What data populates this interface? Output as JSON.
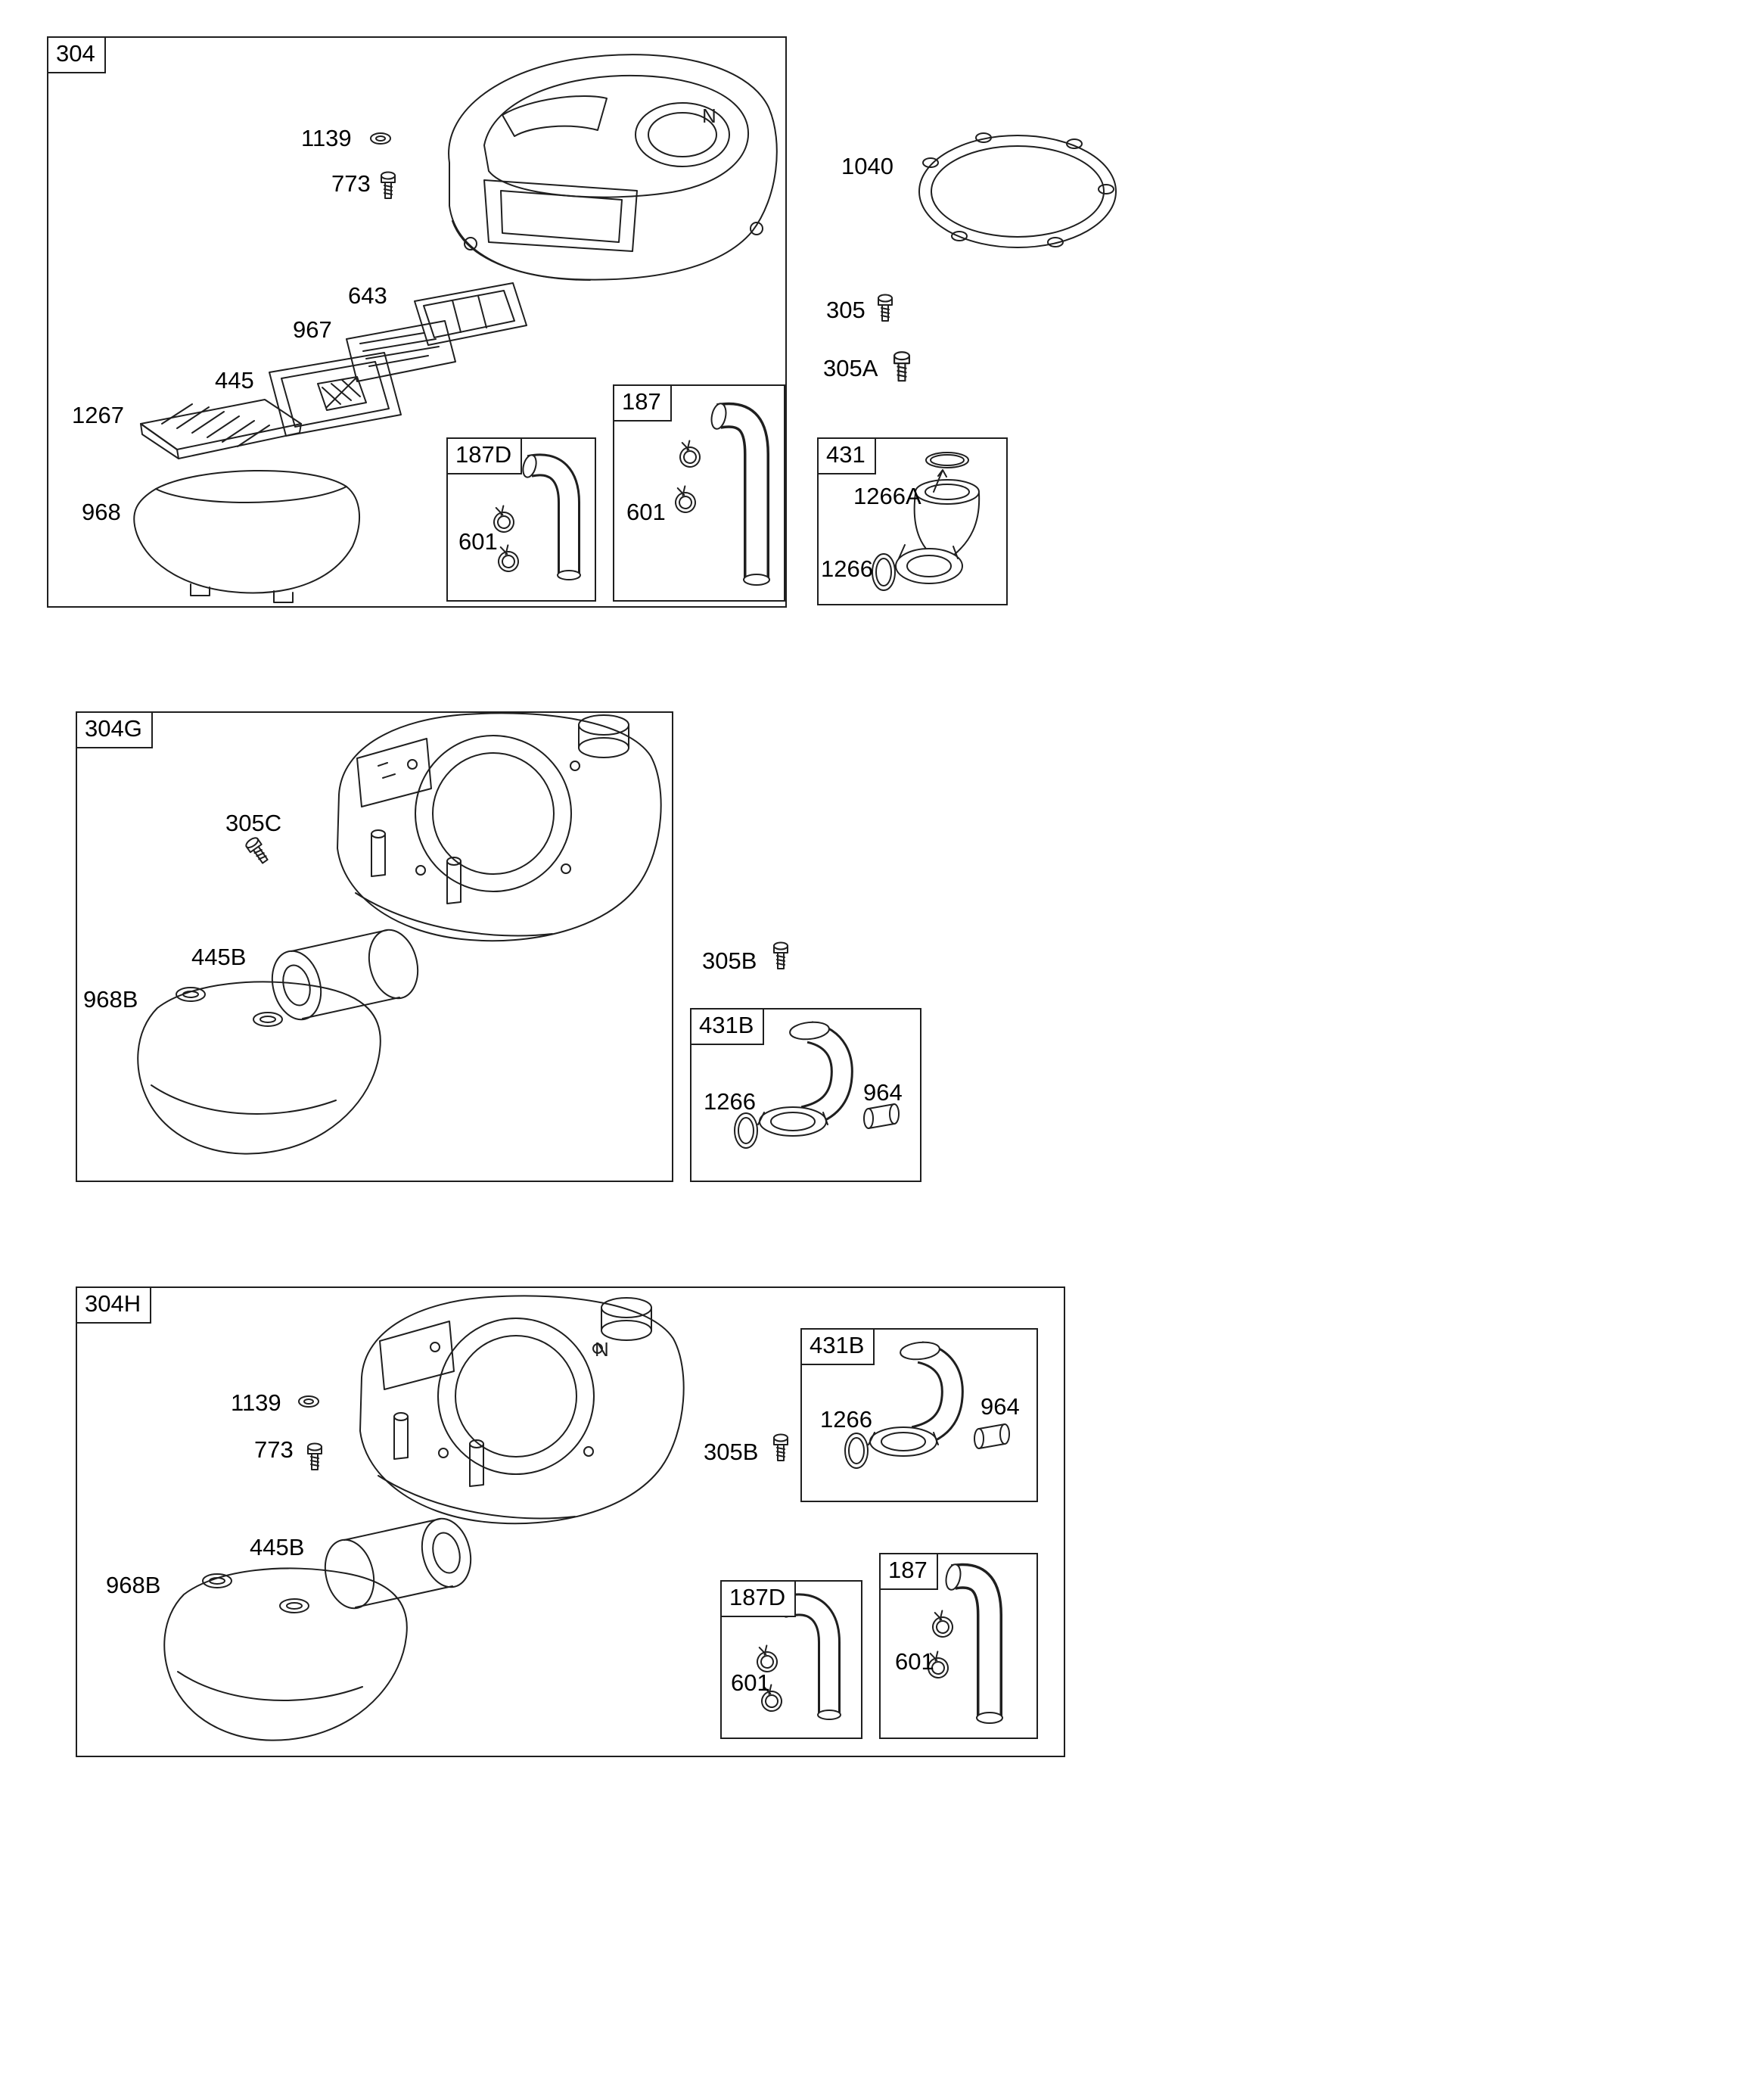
{
  "page": {
    "background": "#ffffff",
    "line_color": "#1f1f1f"
  },
  "sections": {
    "s304": {
      "label": "304",
      "housing_mark": "N",
      "callouts": {
        "c1139": "1139",
        "c773": "773",
        "c643": "643",
        "c967": "967",
        "c445": "445",
        "c1267": "1267",
        "c968": "968"
      },
      "boxes": {
        "b187d": {
          "label": "187D",
          "callouts": {
            "c601": "601"
          }
        },
        "b187": {
          "label": "187",
          "callouts": {
            "c601": "601"
          }
        }
      }
    },
    "b431": {
      "label": "431",
      "callouts": {
        "c1266a": "1266A",
        "c1266": "1266"
      }
    },
    "top_right": {
      "callouts": {
        "c1040": "1040",
        "c305": "305",
        "c305a": "305A"
      }
    },
    "s304g": {
      "label": "304G",
      "callouts": {
        "c305c": "305C",
        "c445b": "445B",
        "c968b": "968B",
        "c305b": "305B"
      }
    },
    "b431b_mid": {
      "label": "431B",
      "callouts": {
        "c1266": "1266",
        "c964": "964"
      }
    },
    "s304h": {
      "label": "304H",
      "housing_mark": "N",
      "callouts": {
        "c1139": "1139",
        "c773": "773",
        "c445b": "445B",
        "c968b": "968B",
        "c305b": "305B"
      },
      "boxes": {
        "b431b": {
          "label": "431B",
          "callouts": {
            "c1266": "1266",
            "c964": "964"
          }
        },
        "b187d": {
          "label": "187D",
          "callouts": {
            "c601": "601"
          }
        },
        "b187": {
          "label": "187",
          "callouts": {
            "c601": "601"
          }
        }
      }
    }
  }
}
